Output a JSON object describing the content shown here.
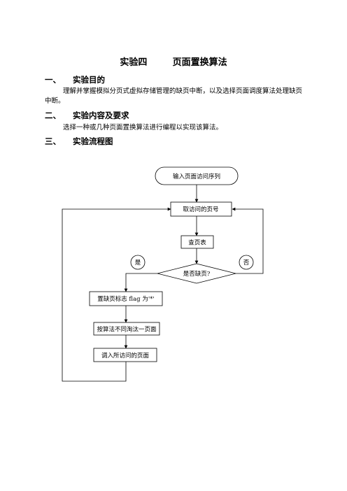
{
  "title": "实验四        页面置换算法",
  "sections": [
    {
      "num": "一、",
      "heading": "实验目的",
      "text": "理解并掌握模拟分页式虚拟存储管理的缺页中断，以及选择页面调度算法处理缺页中断。"
    },
    {
      "num": "二、",
      "heading": "实验内容及要求",
      "text": "选择一种或几种页面置换算法进行编程以实现该算法。"
    },
    {
      "num": "三、",
      "heading": "实验流程图"
    }
  ],
  "flowchart": {
    "start": "输入页面访问序列",
    "fetch": "取访问的页号",
    "lookup": "查页表",
    "decision": "是否缺页?",
    "yes": "是",
    "no": "否",
    "set_flag": "置缺页标志 flag 为'*'",
    "evict": "按算法不同淘汰一页面",
    "load": "调入所访问的页面"
  }
}
